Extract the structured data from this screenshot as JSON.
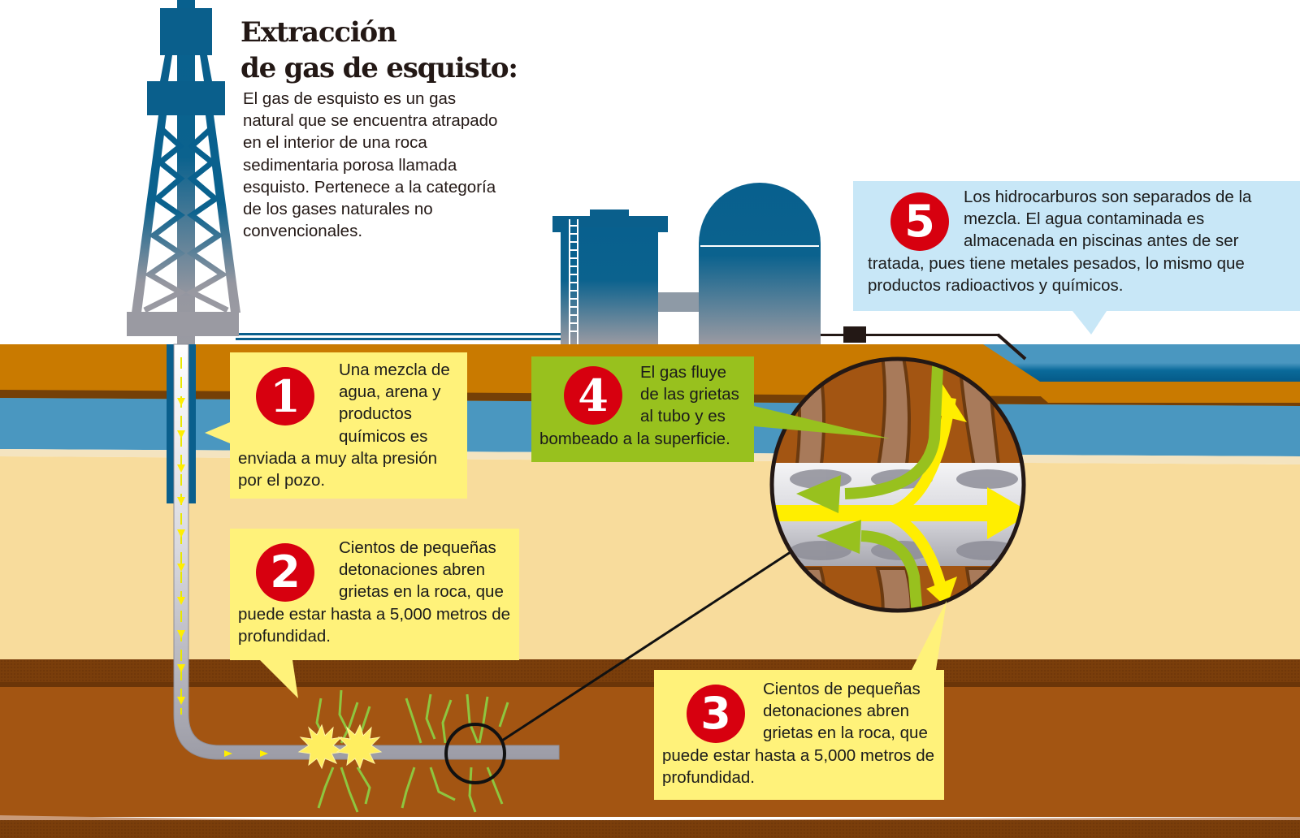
{
  "title": {
    "line1": "Extracción",
    "line2": "de gas de esquisto:"
  },
  "intro": "El gas de esquisto es un gas natural que se encuentra atrapado en el interior de una roca sedimentaria porosa llamada esquisto. Pertenece a la categoría de los gases naturales no convencionales.",
  "steps": [
    {
      "number": "1",
      "text": "Una mezcla de agua, arena y productos químicos es enviada a muy alta presión por el pozo."
    },
    {
      "number": "2",
      "text": "Cientos de pequeñas detonaciones abren grietas en la roca, que puede estar hasta a 5,000 metros de profundidad."
    },
    {
      "number": "3",
      "text": "Cientos de pequeñas detonaciones abren grietas en la roca, que puede estar hasta a 5,000 metros de profundidad."
    },
    {
      "number": "4",
      "text": "El gas fluye de las grietas al tubo y es bombeado a la superficie."
    },
    {
      "number": "5",
      "text": "Los hidrocarburos son separados de la mezcla. El agua contaminada es almacenada en piscinas antes de ser tratada, pues tiene metales pesados, lo mismo que productos radioactivos y químicos."
    }
  ],
  "icons": {
    "rig": "drilling-rig-icon",
    "tank": "storage-tank-icon",
    "dome": "separator-dome-icon",
    "pool": "water-pool-icon",
    "explosion": "detonation-icon",
    "magnifier": "magnifier-circle-icon"
  },
  "colors": {
    "topsoil": "#c97a00",
    "aquifer": "#4a97c0",
    "sand": "#f8dc9c",
    "shale": "#a35512",
    "dark_band": "#7a3e0b",
    "callout_yellow": "#fff27a",
    "callout_green": "#98c11e",
    "callout_blue": "#c8e7f7",
    "badge_red": "#d7000f",
    "steel_blue": "#0a5f8c",
    "steel_gray": "#9a9aa2",
    "crack_green": "#8ec63f",
    "flow_yellow": "#ffee00"
  }
}
